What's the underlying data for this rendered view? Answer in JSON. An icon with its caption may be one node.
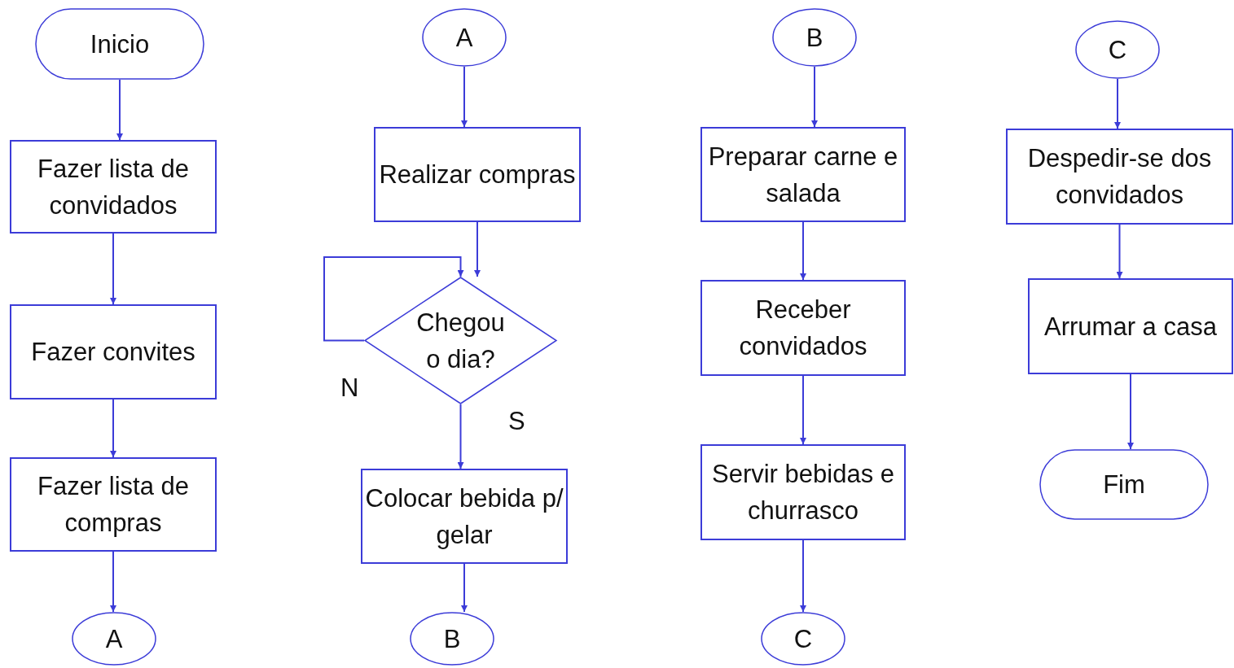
{
  "diagram": {
    "nodes": [
      {
        "text": [
          "Inicio"
        ]
      },
      {
        "text": [
          "Fazer lista de convidados"
        ]
      },
      {
        "text": [
          "Fazer convites"
        ]
      },
      {
        "text": [
          "Fazer lista de compras"
        ]
      },
      {
        "text": [
          "A"
        ]
      },
      {
        "text": [
          "A"
        ]
      },
      {
        "text": [
          "Realizar compras"
        ]
      },
      {
        "text": [
          "Chegou o dia?"
        ]
      },
      {
        "text": [
          "Colocar bebida p/ gelar"
        ]
      },
      {
        "text": [
          "B"
        ]
      },
      {
        "text": [
          "B"
        ]
      },
      {
        "text": [
          "Preparar carne e salada"
        ]
      },
      {
        "text": [
          "Receber convidados"
        ]
      },
      {
        "text": [
          "Servir bebidas e churrasco"
        ]
      },
      {
        "text": [
          "C"
        ]
      },
      {
        "text": [
          "C"
        ]
      },
      {
        "text": [
          "Despedir-se dos convidados"
        ]
      },
      {
        "text": [
          "Arrumar a casa"
        ]
      },
      {
        "text": [
          "Fim"
        ]
      }
    ],
    "edges": [
      {
        "from": 0,
        "to": 1,
        "arrow": "to"
      },
      {
        "from": 1,
        "to": 2,
        "arrow": "to"
      },
      {
        "from": 2,
        "to": 3,
        "arrow": "to"
      },
      {
        "from": 3,
        "to": 4,
        "arrow": "to"
      },
      {
        "from": 5,
        "to": 6,
        "arrow": "to"
      },
      {
        "from": 6,
        "to": 7,
        "arrow": "to"
      },
      {
        "from": 7,
        "to": 7,
        "arrow": "to",
        "label": "N"
      },
      {
        "from": 7,
        "to": 8,
        "arrow": "to",
        "label": "S"
      },
      {
        "from": 8,
        "to": 9,
        "arrow": "to"
      },
      {
        "from": 10,
        "to": 11,
        "arrow": "to"
      },
      {
        "from": 11,
        "to": 12,
        "arrow": "to"
      },
      {
        "from": 12,
        "to": 13,
        "arrow": "to"
      },
      {
        "from": 13,
        "to": 14,
        "arrow": "to"
      },
      {
        "from": 15,
        "to": 16,
        "arrow": "to"
      },
      {
        "from": 16,
        "to": 17,
        "arrow": "to"
      },
      {
        "from": 17,
        "to": 18,
        "arrow": "to"
      }
    ]
  }
}
